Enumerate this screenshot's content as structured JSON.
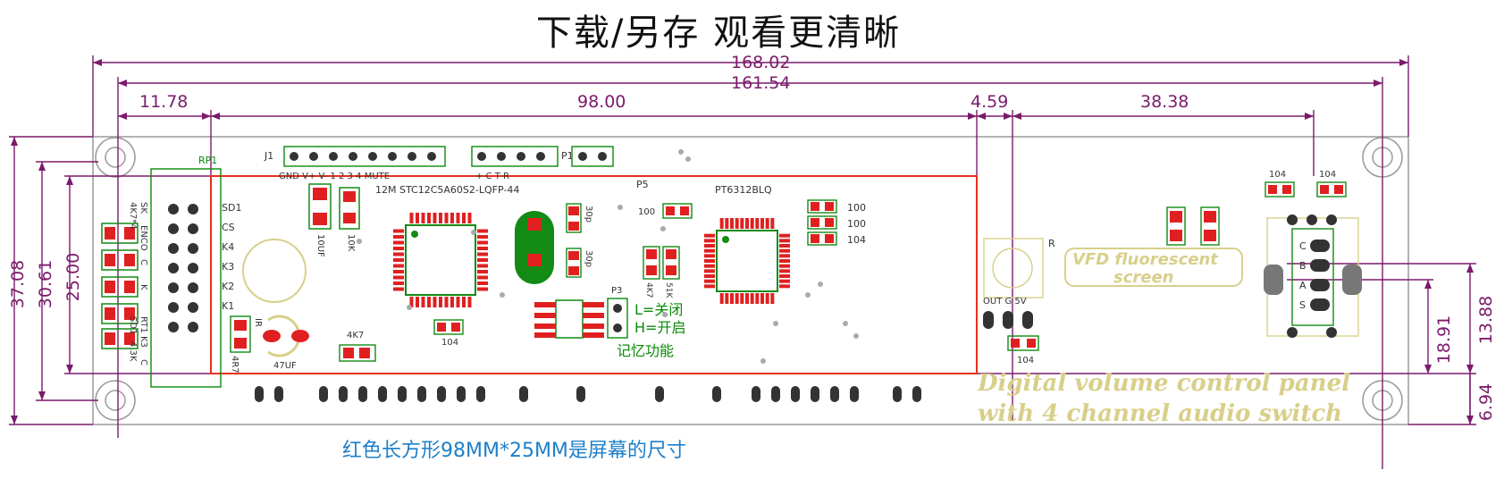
{
  "title": "下载/另存  观看更清晰",
  "caption": "红色长方形98MM*25MM是屏幕的尺寸",
  "english_label": {
    "line1": "Digital volume control panel",
    "line2": "with 4 channel audio switch"
  },
  "vfd_label": {
    "line1": "VFD fluorescent",
    "line2": "screen"
  },
  "dimensions": {
    "top": [
      "168.02",
      "161.54"
    ],
    "segments": [
      "11.78",
      "98.00",
      "4.59",
      "38.38"
    ],
    "left": [
      "37.08",
      "30.61",
      "25.00"
    ],
    "right": [
      "18.91",
      "13.88",
      "6.94"
    ]
  },
  "silkscreen": {
    "rp1": "RP1",
    "j1": "J1",
    "j1_pins": "GND V+ V- 1 2 3 4 MUTE",
    "p1": "P1",
    "p1_pins": "+ C T R",
    "mcu": "12M  STC12C5A60S2-LQFP-44",
    "p5": "P5",
    "driver": "PT6312BLQ",
    "k_labels": [
      "SD1",
      "CS",
      "K4",
      "K3",
      "K2",
      "K1"
    ],
    "left_col": [
      "SK",
      "4K7*4",
      "ENCO",
      "C",
      "K",
      "RT1",
      "SD1",
      "K3",
      "4.3K",
      "C"
    ],
    "r_100": "100",
    "r_104": "104",
    "c_30p": "30p",
    "c_10uf": "10UF",
    "r_10k": "10K",
    "c_4k7": "4K7",
    "c_47uf": "47UF",
    "c_4r7": "4R7",
    "ir": "IR",
    "p3": "P3",
    "l_off": "L=关闭",
    "h_on": "H=开启",
    "memory": "记忆功能",
    "r_4k7": "4K7",
    "r_51k": "51K",
    "pins_out": "OUT G 5V",
    "r_label": "R",
    "cbas": [
      "C",
      "B",
      "A",
      "S"
    ]
  },
  "colors": {
    "dimension_line": "#7b1a6b",
    "board_outline": "#9a9a9a",
    "screen_rect": "#e8301e",
    "pad_red": "#e02020",
    "pad_green": "#138a13",
    "silk_green": "#0a8a0a",
    "label_gold": "#d8cf8a",
    "caption_blue": "#1e7fc8"
  }
}
